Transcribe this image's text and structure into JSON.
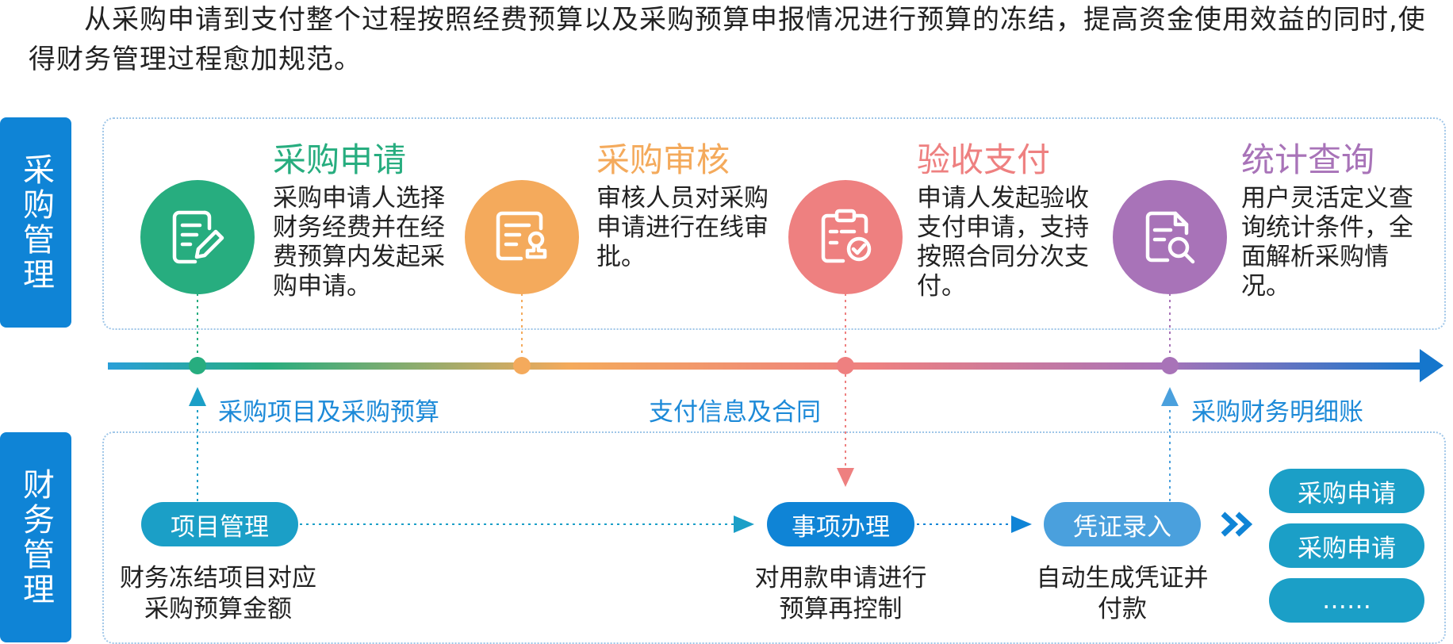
{
  "intro_text": "从采购申请到支付整个过程按照经费预算以及采购预算申报情况进行预算的冻结，提高资金使用效益的同时,使得财务管理过程愈加规范。",
  "sections": {
    "top_label": "采购管理",
    "bottom_label": "财务管理"
  },
  "stages": [
    {
      "title": "采购申请",
      "desc": "采购申请人选择财务经费并在经费预算内发起采购申请。",
      "color": "#27ad7f",
      "icon": "document-edit-icon"
    },
    {
      "title": "采购审核",
      "desc": "审核人员对采购申请进行在线审批。",
      "color": "#f4aa5c",
      "icon": "approval-stamp-icon"
    },
    {
      "title": "验收支付",
      "desc": "申请人发起验收支付申请，支持按照合同分次支付。",
      "color": "#ee8080",
      "icon": "clipboard-check-icon"
    },
    {
      "title": "统计查询",
      "desc": "用户灵活定义查询统计条件，全面解析采购情况。",
      "color": "#a873b8",
      "icon": "document-search-icon"
    }
  ],
  "flow_labels": {
    "left": "采购项目及采购预算",
    "middle": "支付信息及合同",
    "right": "采购财务明细账"
  },
  "finance_steps": [
    {
      "label": "项目管理",
      "caption": "财务冻结项目对应采购预算金额",
      "color": "#1b9fc7"
    },
    {
      "label": "事项办理",
      "caption": "对用款申请进行预算再控制",
      "color": "#0f84d6"
    },
    {
      "label": "凭证录入",
      "caption": "自动生成凭证并付款",
      "color": "#4aa0dd"
    }
  ],
  "outputs": [
    "采购申请",
    "采购申请",
    "……"
  ],
  "colors": {
    "accent_blue": "#0f84d6",
    "teal": "#1b9fc7",
    "border_dotted": "#9fc6e8"
  }
}
